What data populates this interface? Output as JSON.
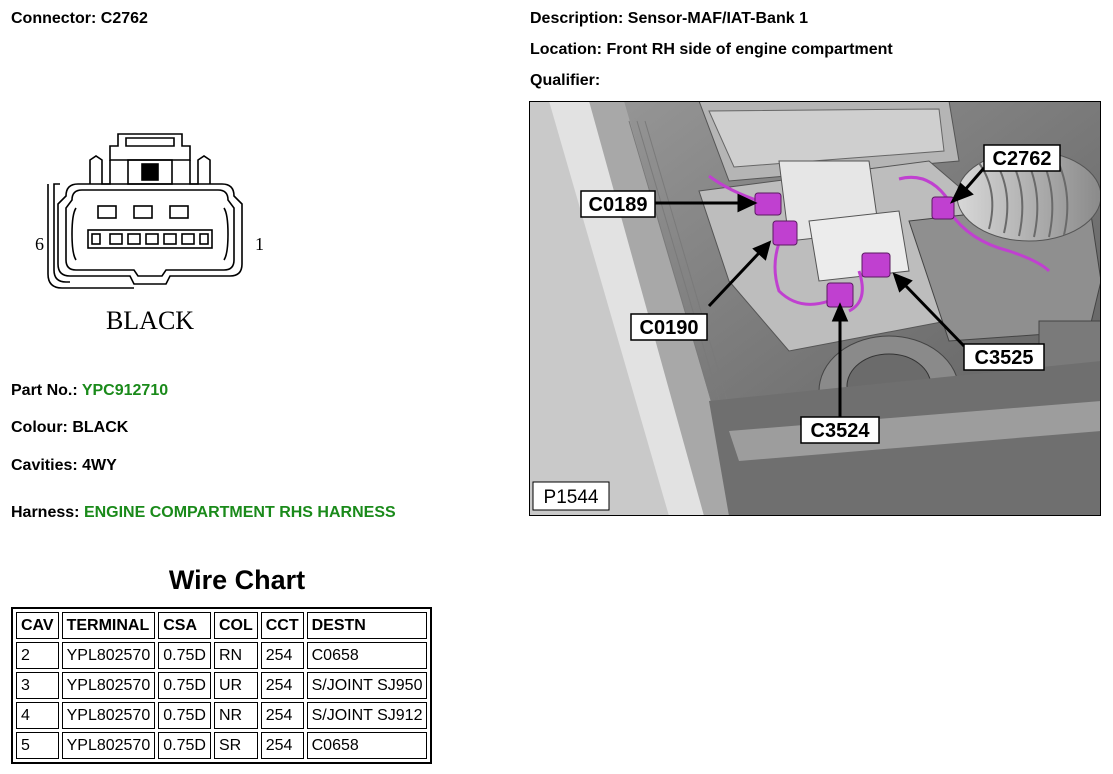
{
  "connector": {
    "label": "Connector:",
    "id": "C2762"
  },
  "description": {
    "label": "Description:",
    "value": "Sensor-MAF/IAT-Bank 1"
  },
  "location": {
    "label": "Location:",
    "value": "Front RH side of engine compartment"
  },
  "qualifier": {
    "label": "Qualifier:",
    "value": ""
  },
  "diagram": {
    "pin_left": "6",
    "pin_right": "1",
    "colour_label": "BLACK"
  },
  "part": {
    "label": "Part No.:",
    "value": "YPC912710"
  },
  "colour": {
    "label": "Colour:",
    "value": "BLACK"
  },
  "cavities": {
    "label": "Cavities:",
    "value": "4WY"
  },
  "harness": {
    "label": "Harness:",
    "value": "ENGINE COMPARTMENT RHS HARNESS"
  },
  "photo": {
    "callouts": [
      "C0189",
      "C2762",
      "C0190",
      "C3525",
      "C3524"
    ],
    "ref": "P1544",
    "connector_color": "#c040d0"
  },
  "wire_chart": {
    "title": "Wire Chart",
    "headers": [
      "CAV",
      "TERMINAL",
      "CSA",
      "COL",
      "CCT",
      "DESTN"
    ],
    "rows": [
      [
        "2",
        "YPL802570",
        "0.75D",
        "RN",
        "254",
        "C0658"
      ],
      [
        "3",
        "YPL802570",
        "0.75D",
        "UR",
        "254",
        "S/JOINT SJ950"
      ],
      [
        "4",
        "YPL802570",
        "0.75D",
        "NR",
        "254",
        "S/JOINT SJ912"
      ],
      [
        "5",
        "YPL802570",
        "0.75D",
        "SR",
        "254",
        "C0658"
      ]
    ]
  },
  "colors": {
    "link_green": "#1a8a1a"
  }
}
